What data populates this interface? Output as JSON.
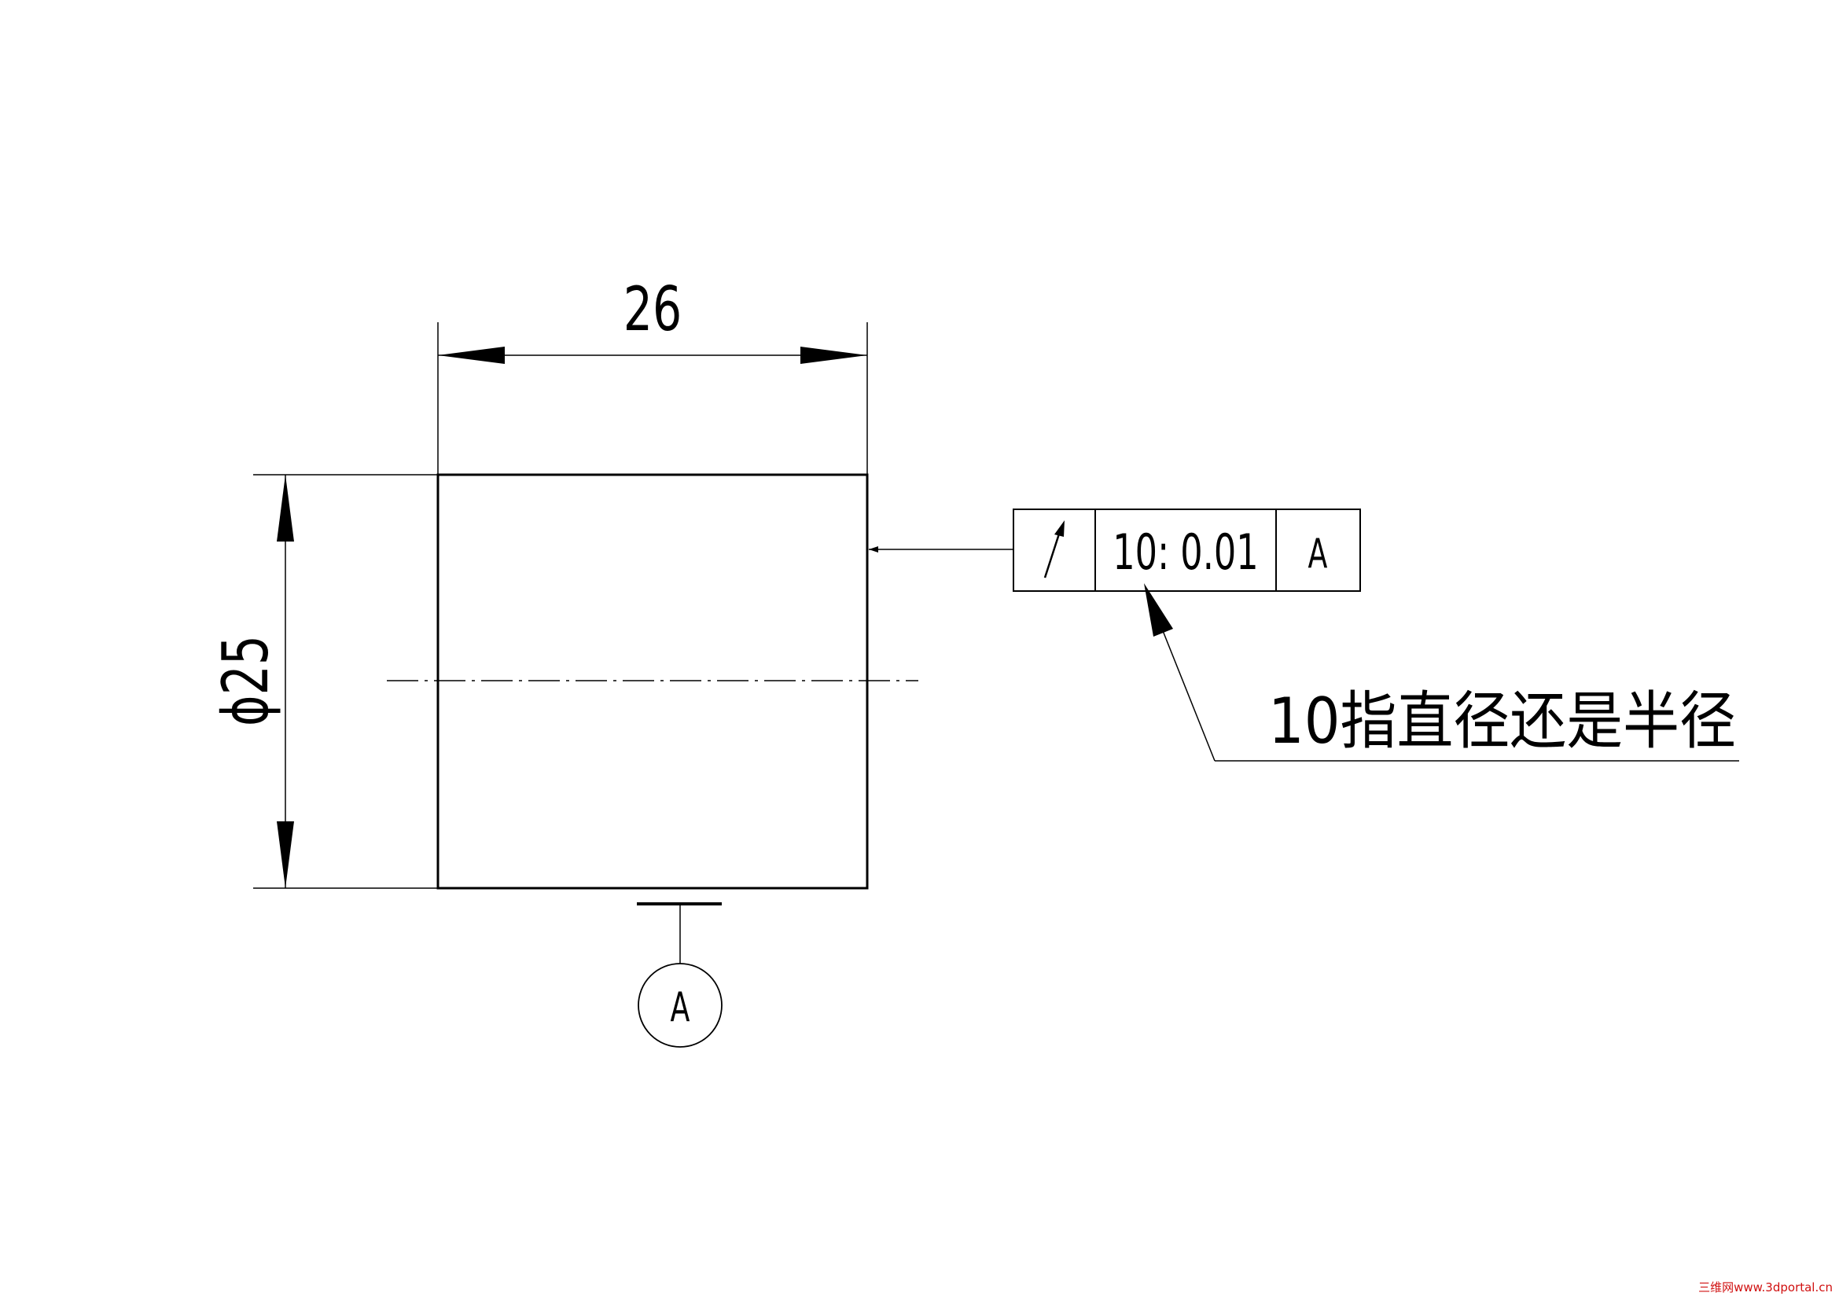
{
  "drawing": {
    "width_dim": "26",
    "diameter_dim": "ϕ25",
    "tolerance_frame": {
      "symbol": "runout-arrow-icon",
      "value": "10: 0.01",
      "datum": "A"
    },
    "annotation_text": "10指直径还是半径",
    "datum_label": "A"
  },
  "watermark": "三维网www.3dportal.cn",
  "colors": {
    "line": "#000000",
    "background": "#ffffff",
    "watermark": "#d01010"
  }
}
